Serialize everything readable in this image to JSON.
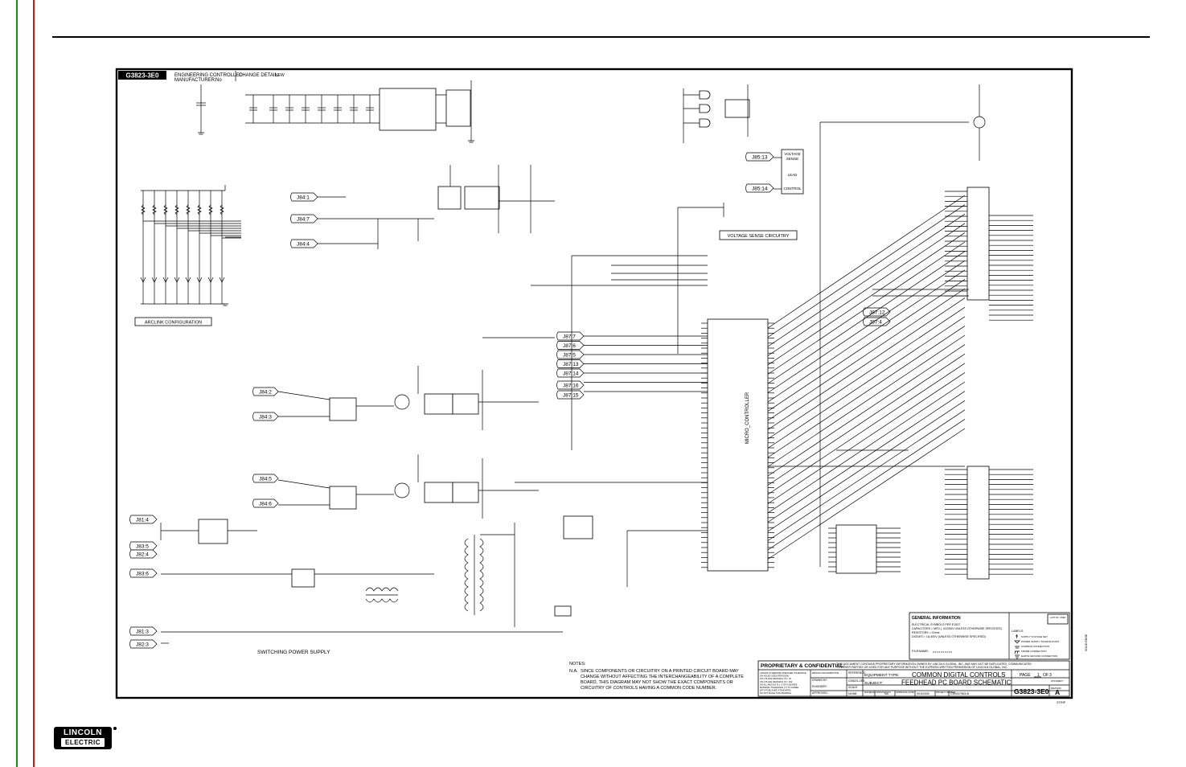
{
  "colors": {
    "margin_green": "#1a8f1a",
    "margin_red": "#cc1b1b",
    "ink": "#000000"
  },
  "sheet": {
    "corner_tag": "G3823-3E0"
  },
  "header": {
    "eng_controlled": "ENGINEERING CONTROLLED",
    "manufacturer_label": "MANUFACTURER:",
    "manufacturer_value": "No",
    "change_detail": "CHANGE DETAIL:",
    "change_value": "NEW"
  },
  "connectors": {
    "j84_1": "J84:1",
    "j84_7": "J84:7",
    "j84_4": "J84:4",
    "j84_2": "J84:2",
    "j84_3": "J84:3",
    "j84_5": "J84:5",
    "j84_6": "J84:6",
    "j81_4": "J81:4",
    "j83_5": "J83:5",
    "j82_4": "J82:4",
    "j83_6": "J83:6",
    "j81_3": "J81:3",
    "j82_3": "J82:3",
    "j87_7": "J87:7",
    "j87_6": "J87:6",
    "j87_5": "J87:5",
    "j87_13": "J87:13",
    "j87_14": "J87:14",
    "j87_16": "J87:16",
    "j87_15": "J87:15",
    "j87_12": "J87:12",
    "j87_4": "J87:4",
    "j85_13": "J85:13",
    "j85_14": "J85:14"
  },
  "labels": {
    "arclink": "ARCLINK CONFIGURATION",
    "voltage_sense": "VOLTAGE SENSE CIRCUITRY",
    "switching": "SWITCHING POWER SUPPLY",
    "micro": "MICRO_CONTROLLER",
    "voltage_sense_box_1": "VOLTAGE",
    "voltage_sense_box_2": "SENSE",
    "voltage_sense_box_3": "LEAD",
    "voltage_sense_box_4": "CONTROL"
  },
  "notes": {
    "title": "NOTES:",
    "na": "N.A.",
    "line1": "SINCE COMPONENTS OR CIRCUITRY ON A PRINTED CIRCUIT BOARD MAY",
    "line2": "CHANGE WITHOUT AFFECTING THE INTERCHANGEABILITY OF A COMPLETE",
    "line3": "BOARD, THIS DIAGRAM MAY NOT SHOW THE EXACT COMPONENTS OR",
    "line4": "CIRCUITRY OF CONTROLS HAVING A COMMON CODE NUMBER."
  },
  "general_info": {
    "title": "GENERAL INFORMATION",
    "line1": "ELECTRICAL SYMBOLS PER E1537",
    "line2": "CAPACITORS = MFD ( .022/50V UNLESS OTHERWISE SPECIFIED)",
    "line3": "RESISTORS = Ohms",
    "line4": "DIODES = 1A,400V (UNLESS OTHERWISE SPECIFIED)",
    "filename": "FILENAME:"
  },
  "legend": {
    "label": "LABELS",
    "last_no_used": "LAST NO. USED",
    "item1": "SUPPLY VOLTAGE NET",
    "item2": "POWER SUPPLY SOURCE POINT",
    "item3": "COMMON CONNECTION",
    "item4": "FRAME CONNECTION",
    "item5": "EARTH GROUND CONNECTION"
  },
  "title_block": {
    "proprietary": "PROPRIETARY & CONFIDENTIAL:",
    "proprietary_text": "THIS DOCUMENT CONTAINS PROPRIETARY INFORMATION OWNED BY LINCOLN GLOBAL, INC. AND MAY NOT BE DUPLICATED, COMMUNICATED TO OTHER PARTIES OR USED FOR ANY PURPOSE WITHOUT THE EXPRESS WRITTEN PERMISSION OF LINCOLN GLOBAL, INC.",
    "equipment_type_label": "EQUIPMENT TYPE:",
    "equipment_type": "COMMON DIGITAL CONTROLS",
    "subject_label": "SUBJECT:",
    "subject": "FEEDHEAD PC BOARD SCHEMATIC",
    "page_label": "PAGE",
    "page": "1",
    "of": "OF",
    "total": "3",
    "doc_number_label": "DOCUMENT NUMBER:",
    "doc_number": "G3823-3E0",
    "revision_label": "DOCUMENT REVISION:",
    "revision": "A",
    "reference_label": "REFERENCE:",
    "reference": "G3823-2E0",
    "design_info": "DESIGN INFORMATION",
    "drawn_by": "DRAWN BY:",
    "engineer": "ENGINEER:",
    "approved": "APPROVED:",
    "scale_label": "SCALE:",
    "scale": "NONE",
    "material_disposition": "MATERIAL DISPOSITION:",
    "md_value": "NA",
    "approval_date": "APPROVAL DATE:",
    "approval_value": "9/15/2006",
    "project_number": "PROJECT NUMBER:",
    "project_value": "CRM37963-B",
    "strip": "STRIP"
  },
  "logo": {
    "top": "LINCOLN",
    "bottom": "ELECTRIC"
  },
  "side_note": "SOLID EDGE"
}
